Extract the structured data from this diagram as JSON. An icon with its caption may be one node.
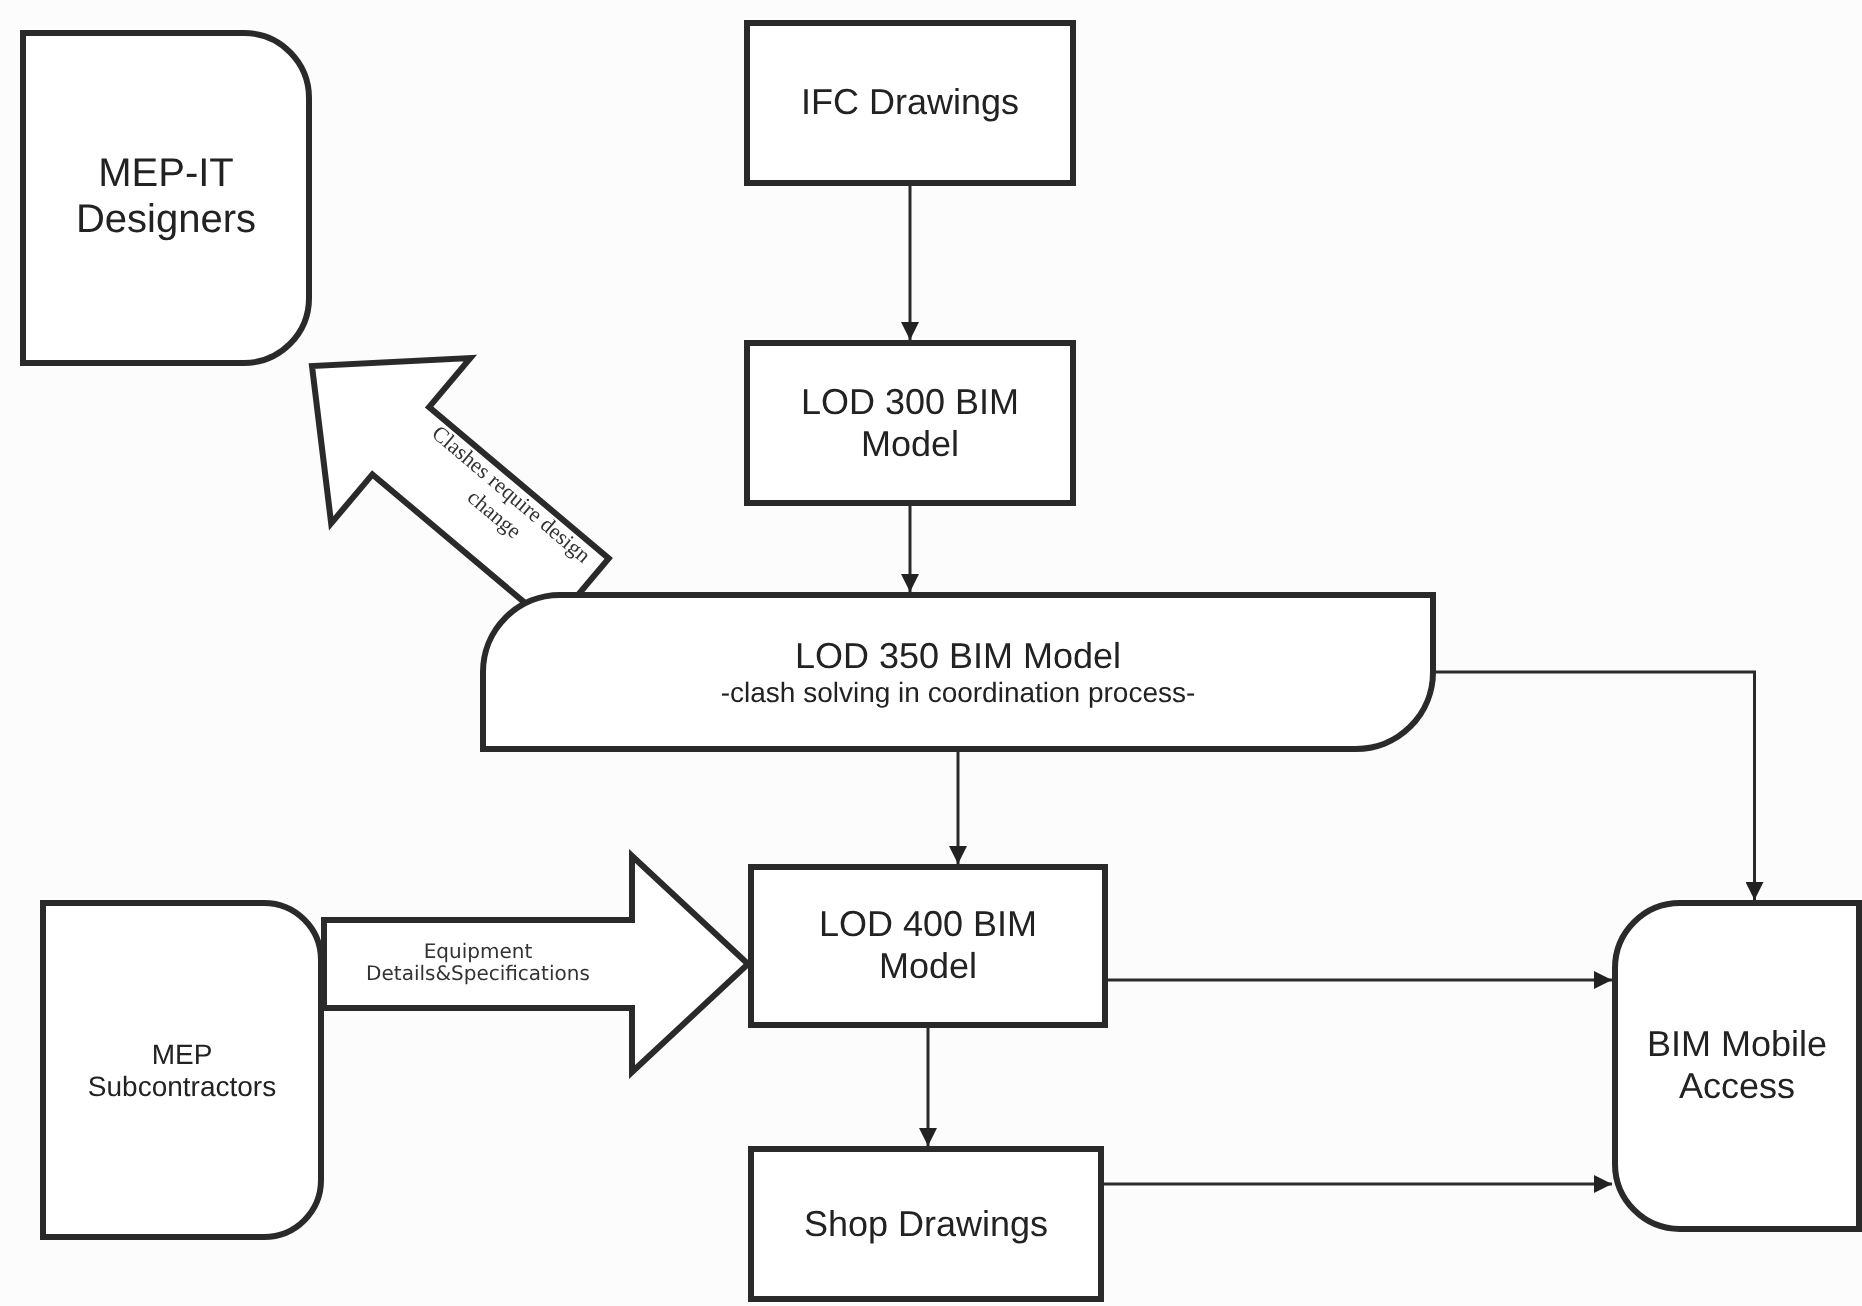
{
  "diagram": {
    "nodes": [
      {
        "text": [
          "MEP-IT Designers"
        ]
      },
      {
        "text": [
          "IFC Drawings"
        ]
      },
      {
        "text": [
          "LOD 300 BIM Model"
        ]
      },
      {
        "text": [
          "LOD 350 BIM Model",
          "-clash solving in coordination process-"
        ]
      },
      {
        "text": [
          "MEP Subcontractors"
        ]
      },
      {
        "text": [
          "LOD 400 BIM Model"
        ]
      },
      {
        "text": [
          "Shop Drawings"
        ]
      },
      {
        "text": [
          "BIM Mobile Access"
        ]
      }
    ],
    "edges": [
      {
        "from": 1,
        "to": 2,
        "arrow": "to"
      },
      {
        "from": 2,
        "to": 3,
        "arrow": "to"
      },
      {
        "from": 3,
        "to": 5,
        "arrow": "to"
      },
      {
        "from": 5,
        "to": 6,
        "arrow": "to"
      },
      {
        "from": 3,
        "to": 7,
        "arrow": "to"
      },
      {
        "from": 5,
        "to": 7,
        "arrow": "to"
      },
      {
        "from": 6,
        "to": 7,
        "arrow": "to"
      },
      {
        "from": 3,
        "to": 0,
        "arrow": "to",
        "style": "thick",
        "label": "Clashes require design change"
      },
      {
        "from": 4,
        "to": 5,
        "arrow": "to",
        "style": "thick",
        "label": "Equipment Details&Specifications"
      }
    ]
  }
}
